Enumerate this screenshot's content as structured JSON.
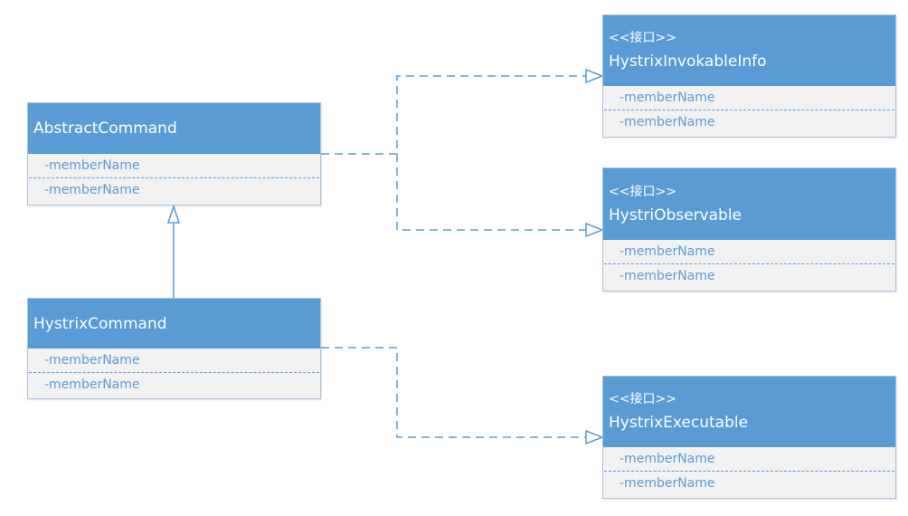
{
  "colors": {
    "header_fill": "#5b9bd5",
    "body_fill": "#f2f2f2",
    "member_text": "#5b9bd5",
    "connector": "#5b9bd5"
  },
  "classes": {
    "abstract_command": {
      "name": "AbstractCommand",
      "members": [
        "-memberName",
        "-memberName"
      ]
    },
    "hystrix_command": {
      "name": "HystrixCommand",
      "members": [
        "-memberName",
        "-memberName"
      ]
    },
    "hystrix_invokable_info": {
      "stereotype": "<<接口>>",
      "name": "HystrixInvokableInfo",
      "members": [
        "-memberName",
        "-memberName"
      ]
    },
    "hystri_observable": {
      "stereotype": "<<接口>>",
      "name": "HystriObservable",
      "members": [
        "-memberName",
        "-memberName"
      ]
    },
    "hystrix_executable": {
      "stereotype": "<<接口>>",
      "name": "HystrixExecutable",
      "members": [
        "-memberName",
        "-memberName"
      ]
    }
  },
  "relationships": [
    {
      "type": "generalization",
      "from": "HystrixCommand",
      "to": "AbstractCommand"
    },
    {
      "type": "realization",
      "from": "AbstractCommand",
      "to": "HystrixInvokableInfo"
    },
    {
      "type": "realization",
      "from": "AbstractCommand",
      "to": "HystriObservable"
    },
    {
      "type": "realization",
      "from": "HystrixCommand",
      "to": "HystrixExecutable"
    }
  ]
}
